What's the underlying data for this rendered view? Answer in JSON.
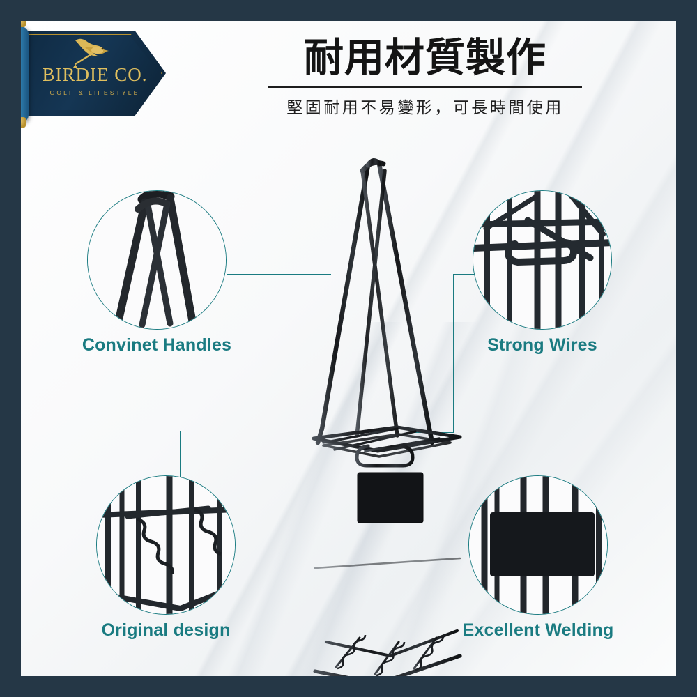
{
  "page": {
    "background_border_color": "#253746",
    "canvas_color": "#f7f8f9",
    "accent_color": "#1a7b81",
    "brand_gold": "#e0bf5e",
    "brand_navy": "#0f2b43"
  },
  "logo": {
    "brand_name": "BIRDIE CO.",
    "tagline": "GOLF & LIFESTYLE",
    "icon": "flying-bird-with-golf-tee-icon",
    "ribbon_icon": "ribbon-scroll-icon"
  },
  "headline": {
    "title": "耐用材質製作",
    "subtitle": "堅固耐用不易變形，可長時間使用"
  },
  "features": [
    {
      "id": "handles",
      "label": "Convinet Handles",
      "photo_alt": "close-up-of-wire-basket-handle-loop",
      "position": "top-left"
    },
    {
      "id": "wires",
      "label": "Strong Wires",
      "photo_alt": "close-up-of-welded-steel-wire-grid",
      "position": "top-right"
    },
    {
      "id": "design",
      "label": "Original design",
      "photo_alt": "close-up-of-internal-spring-ramp-mechanism",
      "position": "bottom-left"
    },
    {
      "id": "welding",
      "label": "Excellent Welding",
      "photo_alt": "close-up-of-black-panel-welded-to-frame",
      "position": "bottom-right"
    }
  ],
  "product": {
    "name": "black-wire-golf-ball-basket-with-tall-handle",
    "color": "#262a2e"
  }
}
